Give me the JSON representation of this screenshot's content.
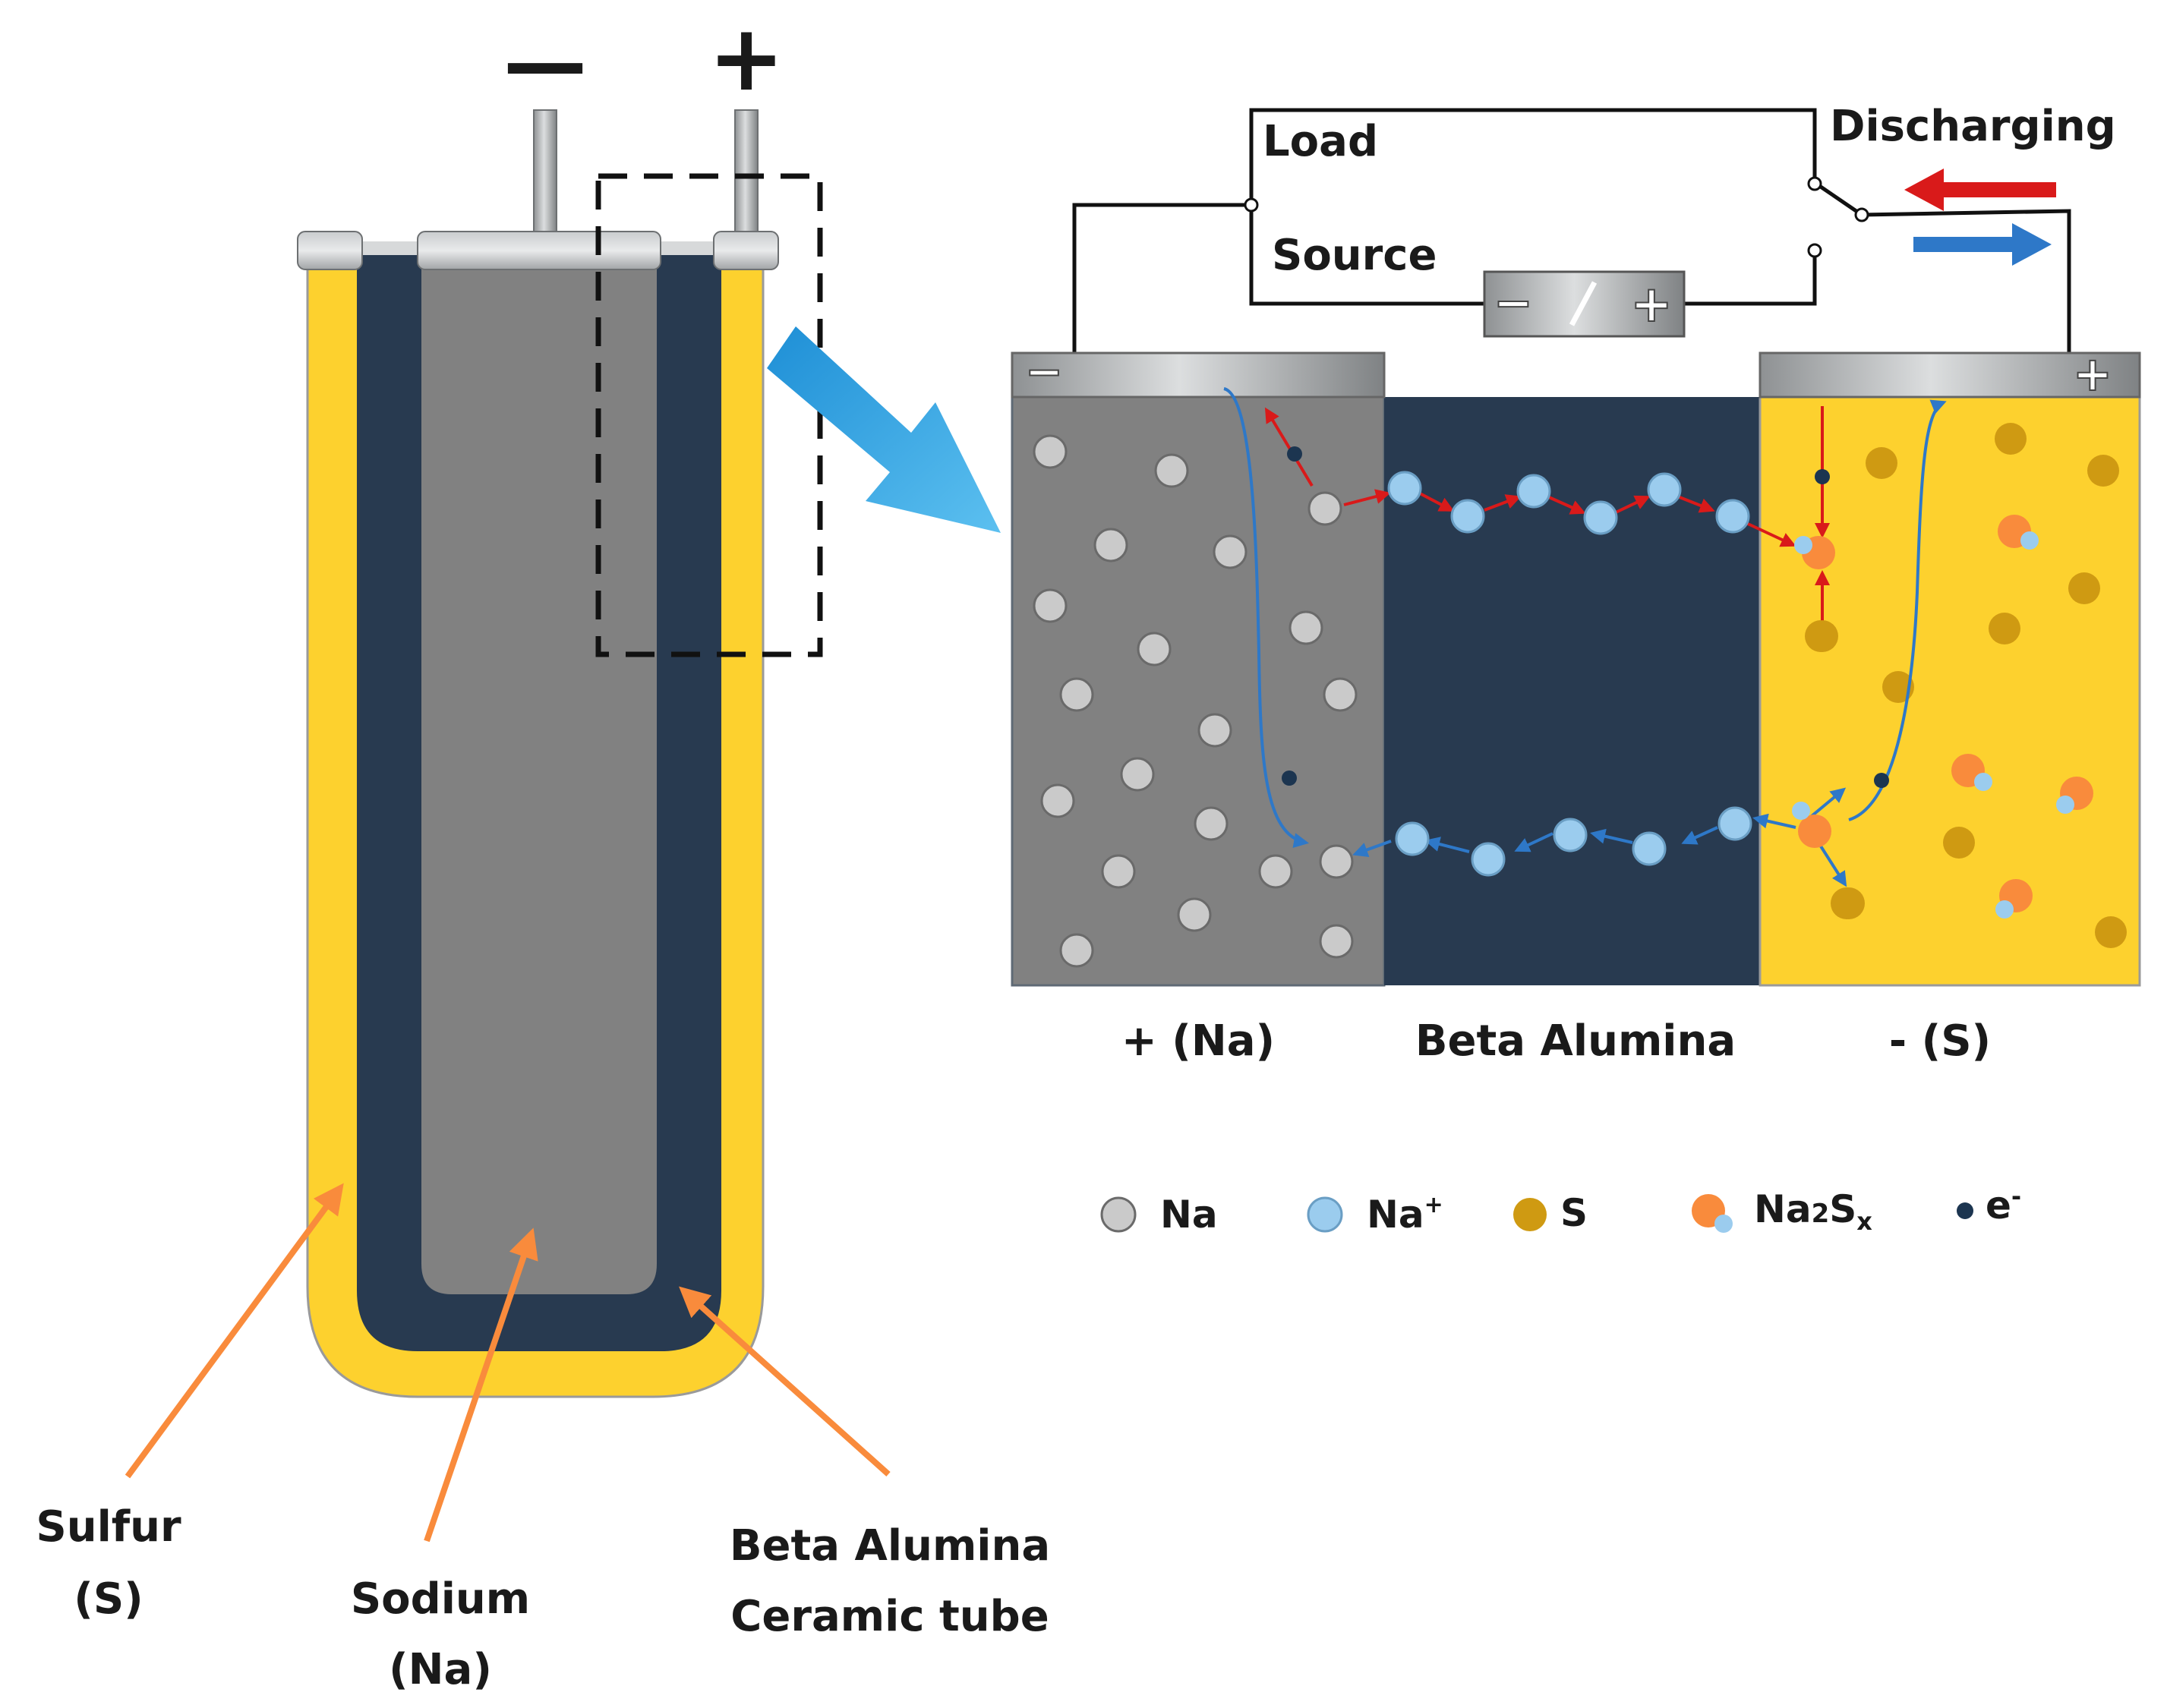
{
  "cell": {
    "terminal_negative": "—",
    "terminal_positive": "+",
    "labels": {
      "sulfur_line1": "Sulfur",
      "sulfur_line2": "(S)",
      "sodium_line1": "Sodium",
      "sodium_line2": "(Na)",
      "alumina_line1": "Beta Alumina",
      "alumina_line2": "Ceramic tube"
    }
  },
  "circuit": {
    "load_label": "Load",
    "source_label": "Source",
    "discharging_label": "Discharging",
    "source_minus": "−",
    "source_plus": "+"
  },
  "electrodes": {
    "left_sign": "−",
    "right_sign": "+"
  },
  "sections": {
    "left": "+ (Na)",
    "middle": "Beta Alumina",
    "right": "- (S)"
  },
  "legend": {
    "na": "Na",
    "na_ion_base": "Na",
    "na_ion_sup": "+",
    "s": "S",
    "na2sx_a": "Na",
    "na2sx_b": "2",
    "na2sx_c": "S",
    "na2sx_d": "x",
    "electron_base": "e",
    "electron_sup": "-"
  },
  "colors": {
    "sulfur": "#FDD12E",
    "alumina": "#283A50",
    "sodium": "#818181",
    "na_atom": "#CACACA",
    "na_ion": "#9BCCEE",
    "s_atom": "#CF9A12",
    "na2sx": "#F98B3C",
    "electron": "#1C3550",
    "arrow_red": "#D91A1A",
    "arrow_blue": "#2E78C8",
    "callout_orange": "#F98B3C",
    "zoom_arrow": "#35A5E4"
  }
}
